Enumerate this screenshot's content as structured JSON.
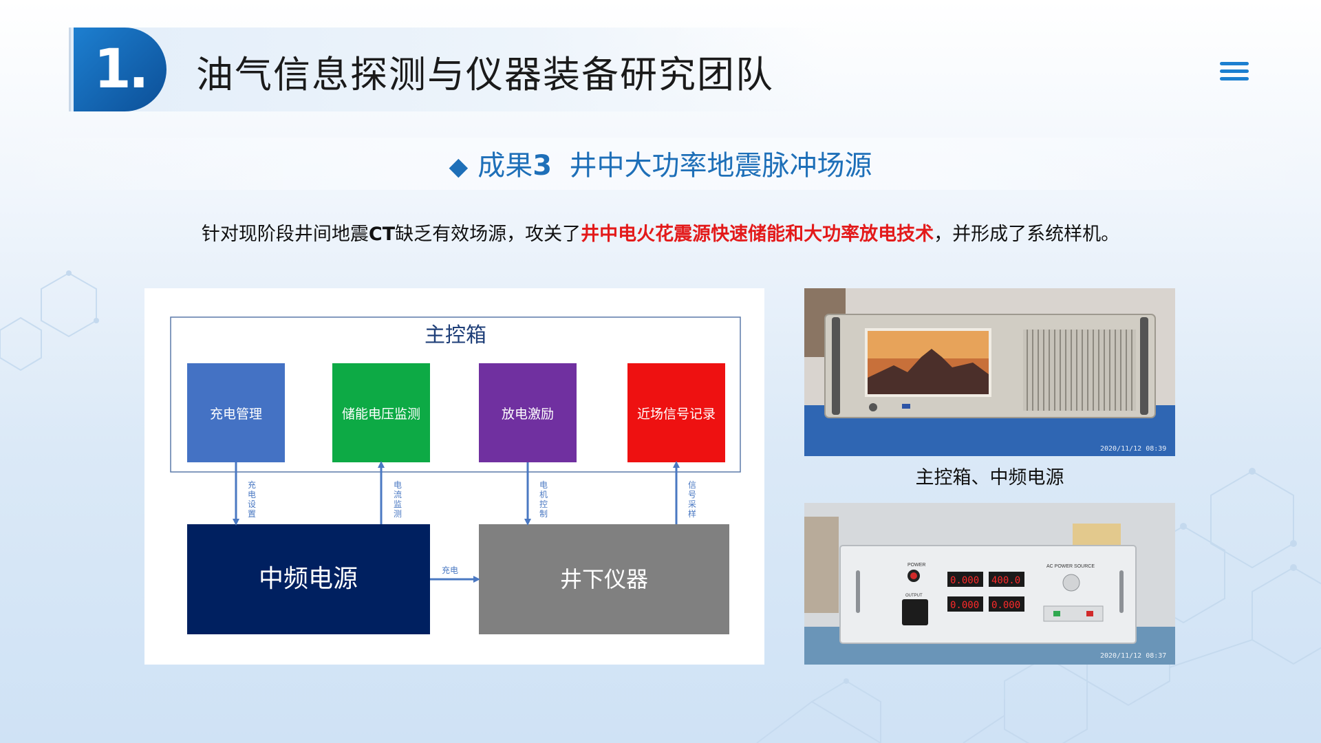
{
  "header": {
    "section_number": "1.",
    "title": "油气信息探测与仪器装备研究团队"
  },
  "subheading": {
    "prefix": "成果",
    "number": "3",
    "title": "井中大功率地震脉冲场源"
  },
  "description": {
    "part1": "针对现阶段井间地震",
    "ct": "CT",
    "part2": "缺乏有效场源，攻关了",
    "highlight": "井中电火花震源快速储能和大功率放电技术",
    "part3": "，并形成了系统样机。"
  },
  "diagram": {
    "main_box_label": "主控箱",
    "modules": [
      {
        "label": "充电管理",
        "color": "#4472c4"
      },
      {
        "label": "储能电压监测",
        "color": "#0daa45"
      },
      {
        "label": "放电激励",
        "color": "#7030a0"
      },
      {
        "label": "近场信号记录",
        "color": "#ee1111"
      }
    ],
    "power_label": "中频电源",
    "power_color": "#002060",
    "downhole_label": "井下仪器",
    "downhole_color": "#808080",
    "arrows": [
      {
        "label": "充电设置"
      },
      {
        "label": "电流监测"
      },
      {
        "label": "电机控制"
      },
      {
        "label": "信号采样"
      },
      {
        "label": "充电"
      }
    ],
    "arrow_color": "#4a78c2"
  },
  "photos": {
    "top_timestamp": "2020/11/12 08:39",
    "caption": "主控箱、中频电源",
    "bottom_timestamp": "2020/11/12 08:37",
    "panel_labels": {
      "power": "POWER",
      "output": "OUTPUT",
      "brand": "AC POWER SOURCE",
      "readouts": [
        "0.000",
        "400.0",
        "0.000",
        "0.000"
      ]
    }
  },
  "icons": {
    "menu": "hamburger-menu-icon",
    "bullet": "diamond-icon"
  },
  "colors": {
    "accent": "#1c7fd0",
    "highlight": "#e31a1a"
  }
}
